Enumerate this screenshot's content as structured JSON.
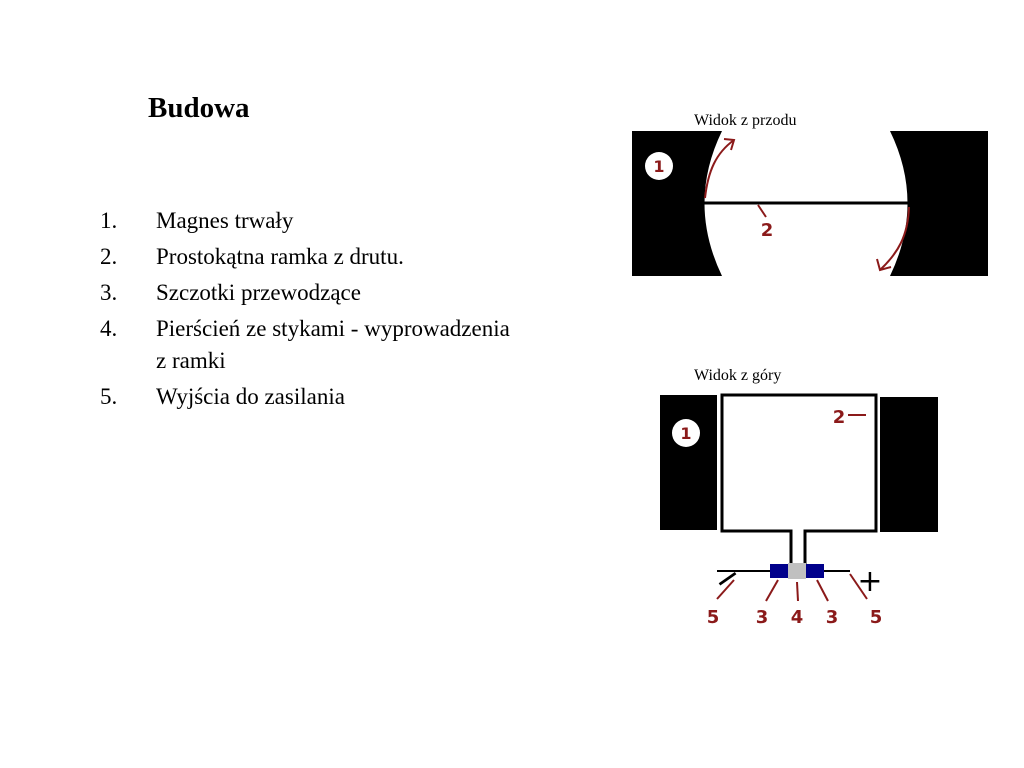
{
  "slide": {
    "title": "Budowa",
    "items": [
      {
        "num": "1.",
        "text": "Magnes trwały"
      },
      {
        "num": "2.",
        "text": "Prostokątna ramka z drutu."
      },
      {
        "num": "3.",
        "text": "Szczotki przewodzące"
      },
      {
        "num": "4.",
        "text": "Pierścień ze stykami - wyprowadzenia z ramki"
      },
      {
        "num": "5.",
        "text": "Wyjścia do zasilania"
      }
    ]
  },
  "front_view": {
    "caption": "Widok z przodu",
    "magnet_marker": "1",
    "frame_marker": "2"
  },
  "top_view": {
    "caption": "Widok z góry",
    "magnet_marker": "1",
    "frame_marker": "2",
    "minus_sign": "—",
    "plus_sign": "+",
    "bottom_labels": [
      "5",
      "3",
      "4",
      "3",
      "5"
    ]
  },
  "colors": {
    "magnet": "#000000",
    "marker_fill": "#ffffff",
    "marker_text": "#8b1a1a",
    "arrow": "#8b1a1a",
    "wire": "#000000",
    "brush": "#00008b",
    "ring": "#c0c0c0"
  }
}
